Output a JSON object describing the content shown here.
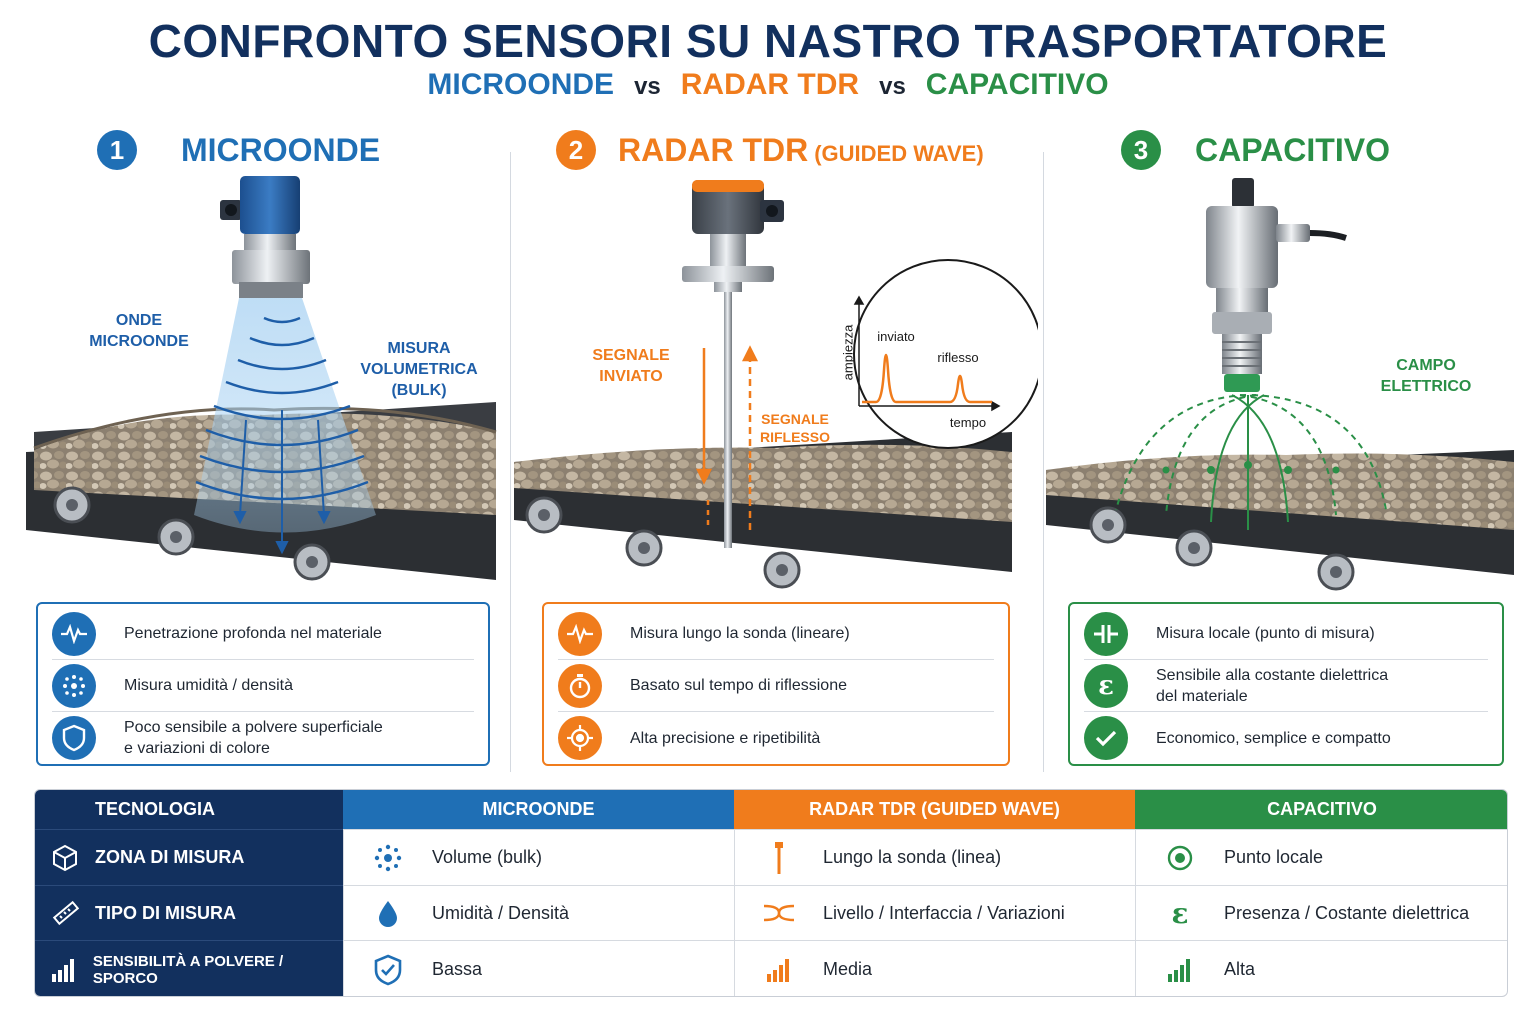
{
  "header": {
    "title": "CONFRONTO SENSORI SU NASTRO TRASPORTATORE",
    "sub_microonde": "MICROONDE",
    "sub_vs1": "vs",
    "sub_radar": "RADAR TDR",
    "sub_vs2": "vs",
    "sub_capacitivo": "CAPACITIVO"
  },
  "colors": {
    "navy": "#12305e",
    "blue": "#1f6fb5",
    "orange": "#f07c1c",
    "green": "#2a8f47"
  },
  "sections": [
    {
      "number": "1",
      "title": "MICROONDE",
      "labels": {
        "a": "ONDE\nMICROONDE",
        "b": "MISURA\nVOLUMETRICA\n(BULK)"
      },
      "features": [
        {
          "icon": "pulse-icon",
          "text": "Penetrazione profonda nel materiale"
        },
        {
          "icon": "dots-particles-icon",
          "text": "Misura umidità / densità"
        },
        {
          "icon": "shield-icon",
          "text": "Poco sensibile a polvere superficiale\ne variazioni di colore"
        }
      ]
    },
    {
      "number": "2",
      "title": "RADAR TDR",
      "title_suffix": "(GUIDED WAVE)",
      "labels": {
        "a": "SEGNALE\nINVIATO",
        "b": "SEGNALE\nRIFLESSO"
      },
      "inset": {
        "ylabel": "ampiezza",
        "xlabel": "tempo",
        "peak1": "inviato",
        "peak2": "riflesso"
      },
      "features": [
        {
          "icon": "pulse-icon",
          "text": "Misura lungo la sonda (lineare)"
        },
        {
          "icon": "stopwatch-icon",
          "text": "Basato sul tempo di riflessione"
        },
        {
          "icon": "target-icon",
          "text": "Alta precisione e ripetibilità"
        }
      ]
    },
    {
      "number": "3",
      "title": "CAPACITIVO",
      "labels": {
        "a": "CAMPO\nELETTRICO"
      },
      "features": [
        {
          "icon": "capacitor-icon",
          "text": "Misura locale (punto di misura)"
        },
        {
          "icon": "epsilon-icon",
          "text": "Sensibile alla costante dielettrica\ndel materiale"
        },
        {
          "icon": "check-icon",
          "text": "Economico, semplice e compatto"
        }
      ]
    }
  ],
  "table": {
    "headers": [
      "TECNOLOGIA",
      "MICROONDE",
      "RADAR TDR (GUIDED WAVE)",
      "CAPACITIVO"
    ],
    "rows": [
      {
        "label": "ZONA DI MISURA",
        "icon": "cube-icon",
        "cells": [
          {
            "icon": "particles-icon",
            "text": "Volume (bulk)"
          },
          {
            "icon": "probe-rod-icon",
            "text": "Lungo la sonda (linea)"
          },
          {
            "icon": "point-target-icon",
            "text": "Punto locale"
          }
        ]
      },
      {
        "label": "TIPO DI MISURA",
        "icon": "ruler-icon",
        "cells": [
          {
            "icon": "water-drop-icon",
            "text": "Umidità / Densità"
          },
          {
            "icon": "cross-wave-icon",
            "text": "Livello / Interfaccia / Variazioni"
          },
          {
            "icon": "epsilon-icon",
            "text": "Presenza / Costante dielettrica"
          }
        ]
      },
      {
        "label": "SENSIBILITÀ A POLVERE / SPORCO",
        "icon": "signal-bars-icon",
        "cells": [
          {
            "icon": "shield-check-icon",
            "text": "Bassa"
          },
          {
            "icon": "signal-bars-icon",
            "text": "Media"
          },
          {
            "icon": "signal-bars-icon",
            "text": "Alta"
          }
        ]
      }
    ]
  }
}
